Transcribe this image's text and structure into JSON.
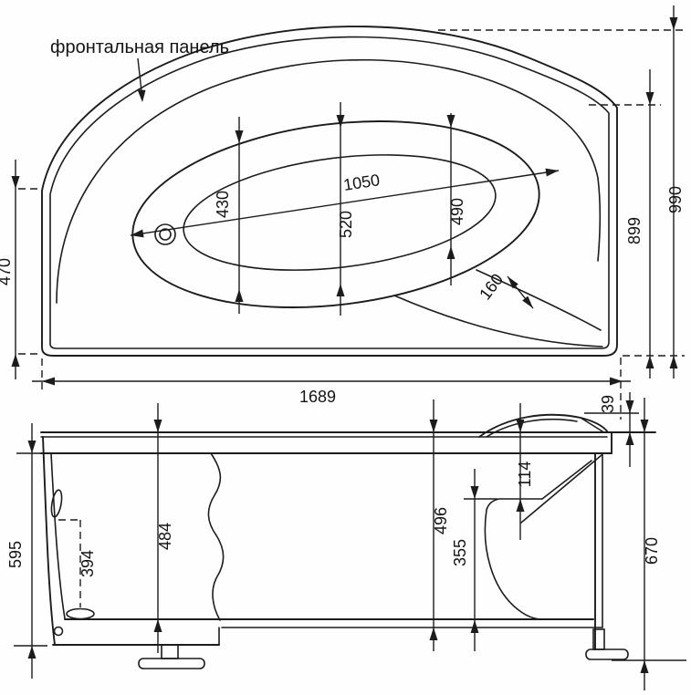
{
  "drawing": {
    "label_front_panel": "фронтальная панель",
    "top_view": {
      "length": "1689",
      "width_overall": "990",
      "width_rim": "899",
      "left_side": "470",
      "well_length": "1050",
      "well_width_left": "430",
      "well_width_mid": "520",
      "well_width_right": "490",
      "seat_width": "160"
    },
    "side_view": {
      "panel_height": "595",
      "overflow_to_drain": "394",
      "inner_depth": "484",
      "shell_height": "496",
      "seat_height": "355",
      "rim_to_seat": "114",
      "headrest_height": "39",
      "total_height": "670"
    }
  }
}
